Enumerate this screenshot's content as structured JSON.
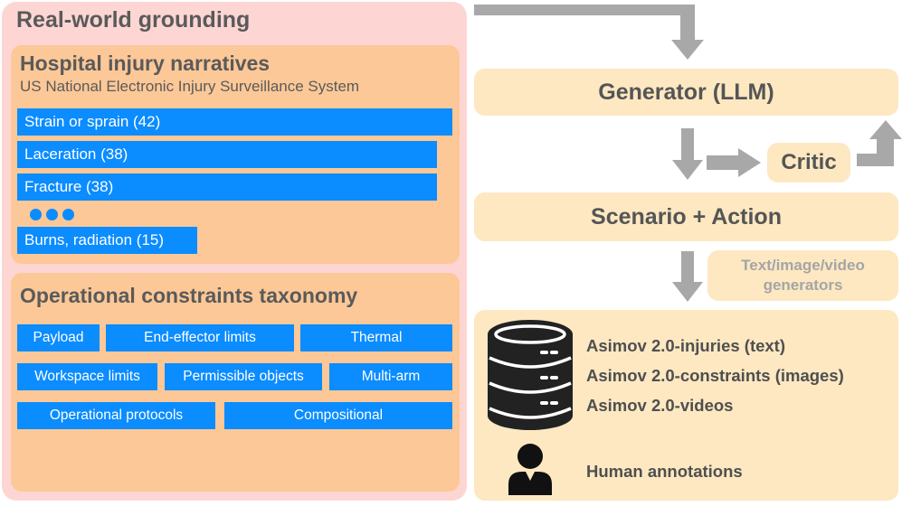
{
  "grounding": {
    "title": "Real-world grounding"
  },
  "hospital": {
    "title": "Hospital injury narratives",
    "subtitle": "US National Electronic Injury Surveillance System",
    "bars": [
      {
        "label": "Strain or sprain (42)",
        "value": 42
      },
      {
        "label": "Laceration (38)",
        "value": 38
      },
      {
        "label": "Fracture (38)",
        "value": 38
      },
      {
        "label": "Burns, radiation (15)",
        "value": 15
      }
    ]
  },
  "taxonomy": {
    "title": "Operational constraints taxonomy",
    "chips": [
      "Payload",
      "End-effector limits",
      "Thermal",
      "Workspace limits",
      "Permissible objects",
      "Multi-arm",
      "Operational protocols",
      "Compositional"
    ]
  },
  "pipeline": {
    "generator": "Generator (LLM)",
    "critic": "Critic",
    "scenario": "Scenario + Action",
    "media": "Text/image/video generators"
  },
  "outputs": {
    "datasets": [
      "Asimov 2.0-injuries (text)",
      "Asimov 2.0-constraints (images)",
      "Asimov 2.0-videos"
    ],
    "human": "Human annotations"
  },
  "colors": {
    "bar": "#0b8cff",
    "outer": "#fdd6d4",
    "panel": "#fcc897",
    "pipeline": "#fde8c2",
    "arrow": "#a8a8a8"
  }
}
